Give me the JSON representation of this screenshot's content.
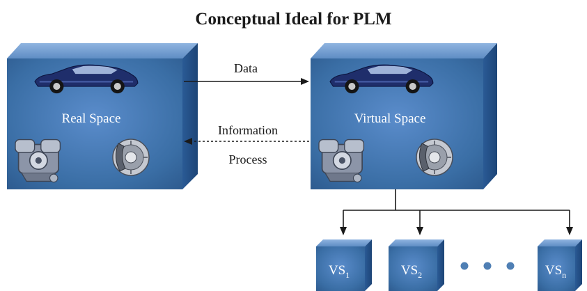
{
  "title": "Conceptual Ideal for PLM",
  "real_space": {
    "label": "Real Space",
    "icons": [
      "car-icon",
      "engine-icon",
      "brake-disc-icon"
    ]
  },
  "virtual_space": {
    "label": "Virtual Space",
    "icons": [
      "car-icon",
      "engine-icon",
      "brake-disc-icon"
    ]
  },
  "arrows": {
    "data_label": "Data",
    "info_label_1": "Information",
    "info_label_2": "Process"
  },
  "sub_spaces": [
    {
      "label": "VS",
      "sub": "1"
    },
    {
      "label": "VS",
      "sub": "2"
    },
    {
      "label": "VS",
      "sub": "n"
    }
  ],
  "ellipsis_dots": 3,
  "colors": {
    "box_front": "#3a6ea5",
    "box_top": "#6f9bd0",
    "box_side": "#234e85",
    "arrow": "#1a1a1a",
    "dot": "#4f7fb4"
  }
}
